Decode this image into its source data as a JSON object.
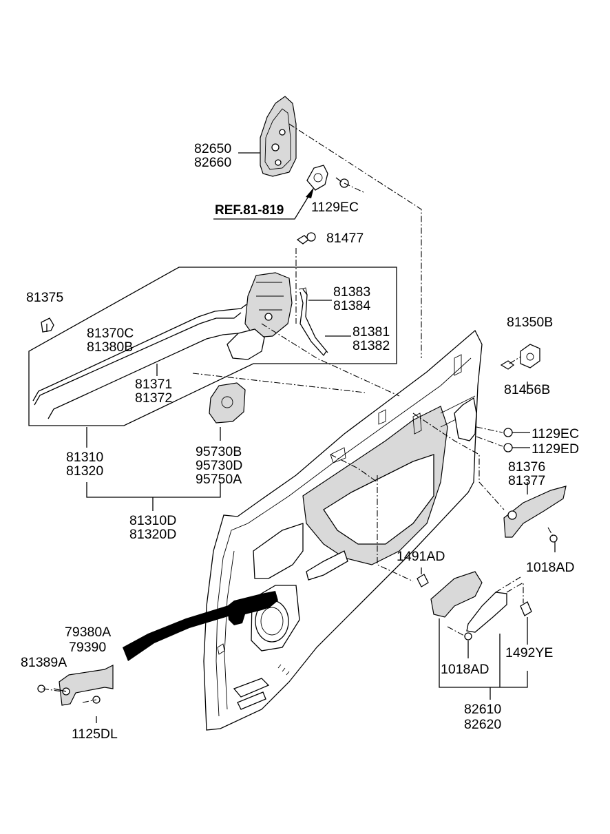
{
  "labels": {
    "l82650": "82650",
    "l82660": "82660",
    "ref81819": "REF.81-819",
    "l1129ec_top": "1129EC",
    "l81477": "81477",
    "l81375": "81375",
    "l81383": "81383",
    "l81384": "81384",
    "l81370c": "81370C",
    "l81380b": "81380B",
    "l81381": "81381",
    "l81382": "81382",
    "l81371": "81371",
    "l81372": "81372",
    "l81350b": "81350B",
    "l81456b": "81456B",
    "l81310": "81310",
    "l81320": "81320",
    "l95730b": "95730B",
    "l95730d": "95730D",
    "l95750a": "95750A",
    "l1129ec_right": "1129EC",
    "l1129ed": "1129ED",
    "l81376": "81376",
    "l81377": "81377",
    "l81310d": "81310D",
    "l81320d": "81320D",
    "l1491ad": "1491AD",
    "l1018ad_right": "1018AD",
    "l79380a": "79380A",
    "l79390": "79390",
    "l81389a": "81389A",
    "l1018ad_bottom": "1018AD",
    "l1492ye": "1492YE",
    "l82610": "82610",
    "l82620": "82620",
    "l1125dl": "1125DL"
  }
}
